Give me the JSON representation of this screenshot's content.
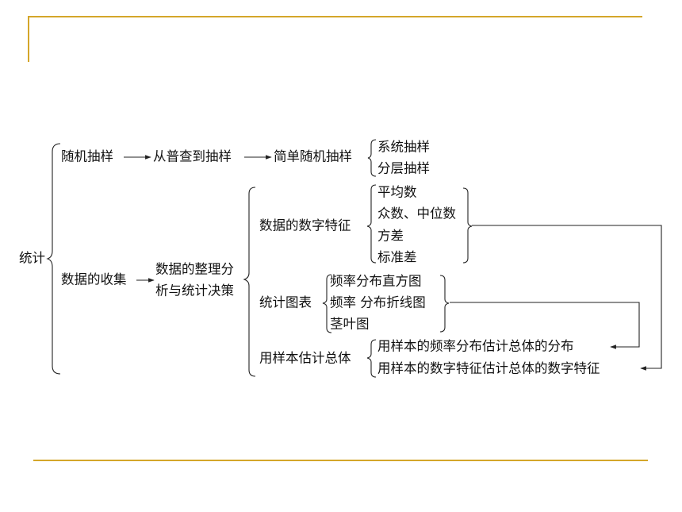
{
  "diagram": {
    "root": "统计",
    "row1": {
      "label": "随机抽样",
      "step1": "从普查到抽样",
      "step2": "简单随机抽样",
      "leaves": [
        "系统抽样",
        "分层抽样"
      ]
    },
    "row2": {
      "label": "数据的收集",
      "step_line1": "数据的整理分",
      "step_line2": "析与统计决策",
      "features": {
        "label": "数据的数字特征",
        "items": [
          "平均数",
          "众数、中位数",
          "方差",
          "标准差"
        ]
      },
      "charts": {
        "label": "统计图表",
        "items": [
          "频率分布直方图",
          "频率 分布折线图",
          "茎叶图"
        ]
      },
      "estimate": {
        "label": "用样本估计总体",
        "items": [
          "用样本的频率分布估计总体的分布",
          "用样本的数字特征估计总体的数字特征"
        ]
      }
    }
  },
  "colors": {
    "accent_line": "#d4a62a",
    "text": "#111111",
    "lines": "#222222"
  }
}
